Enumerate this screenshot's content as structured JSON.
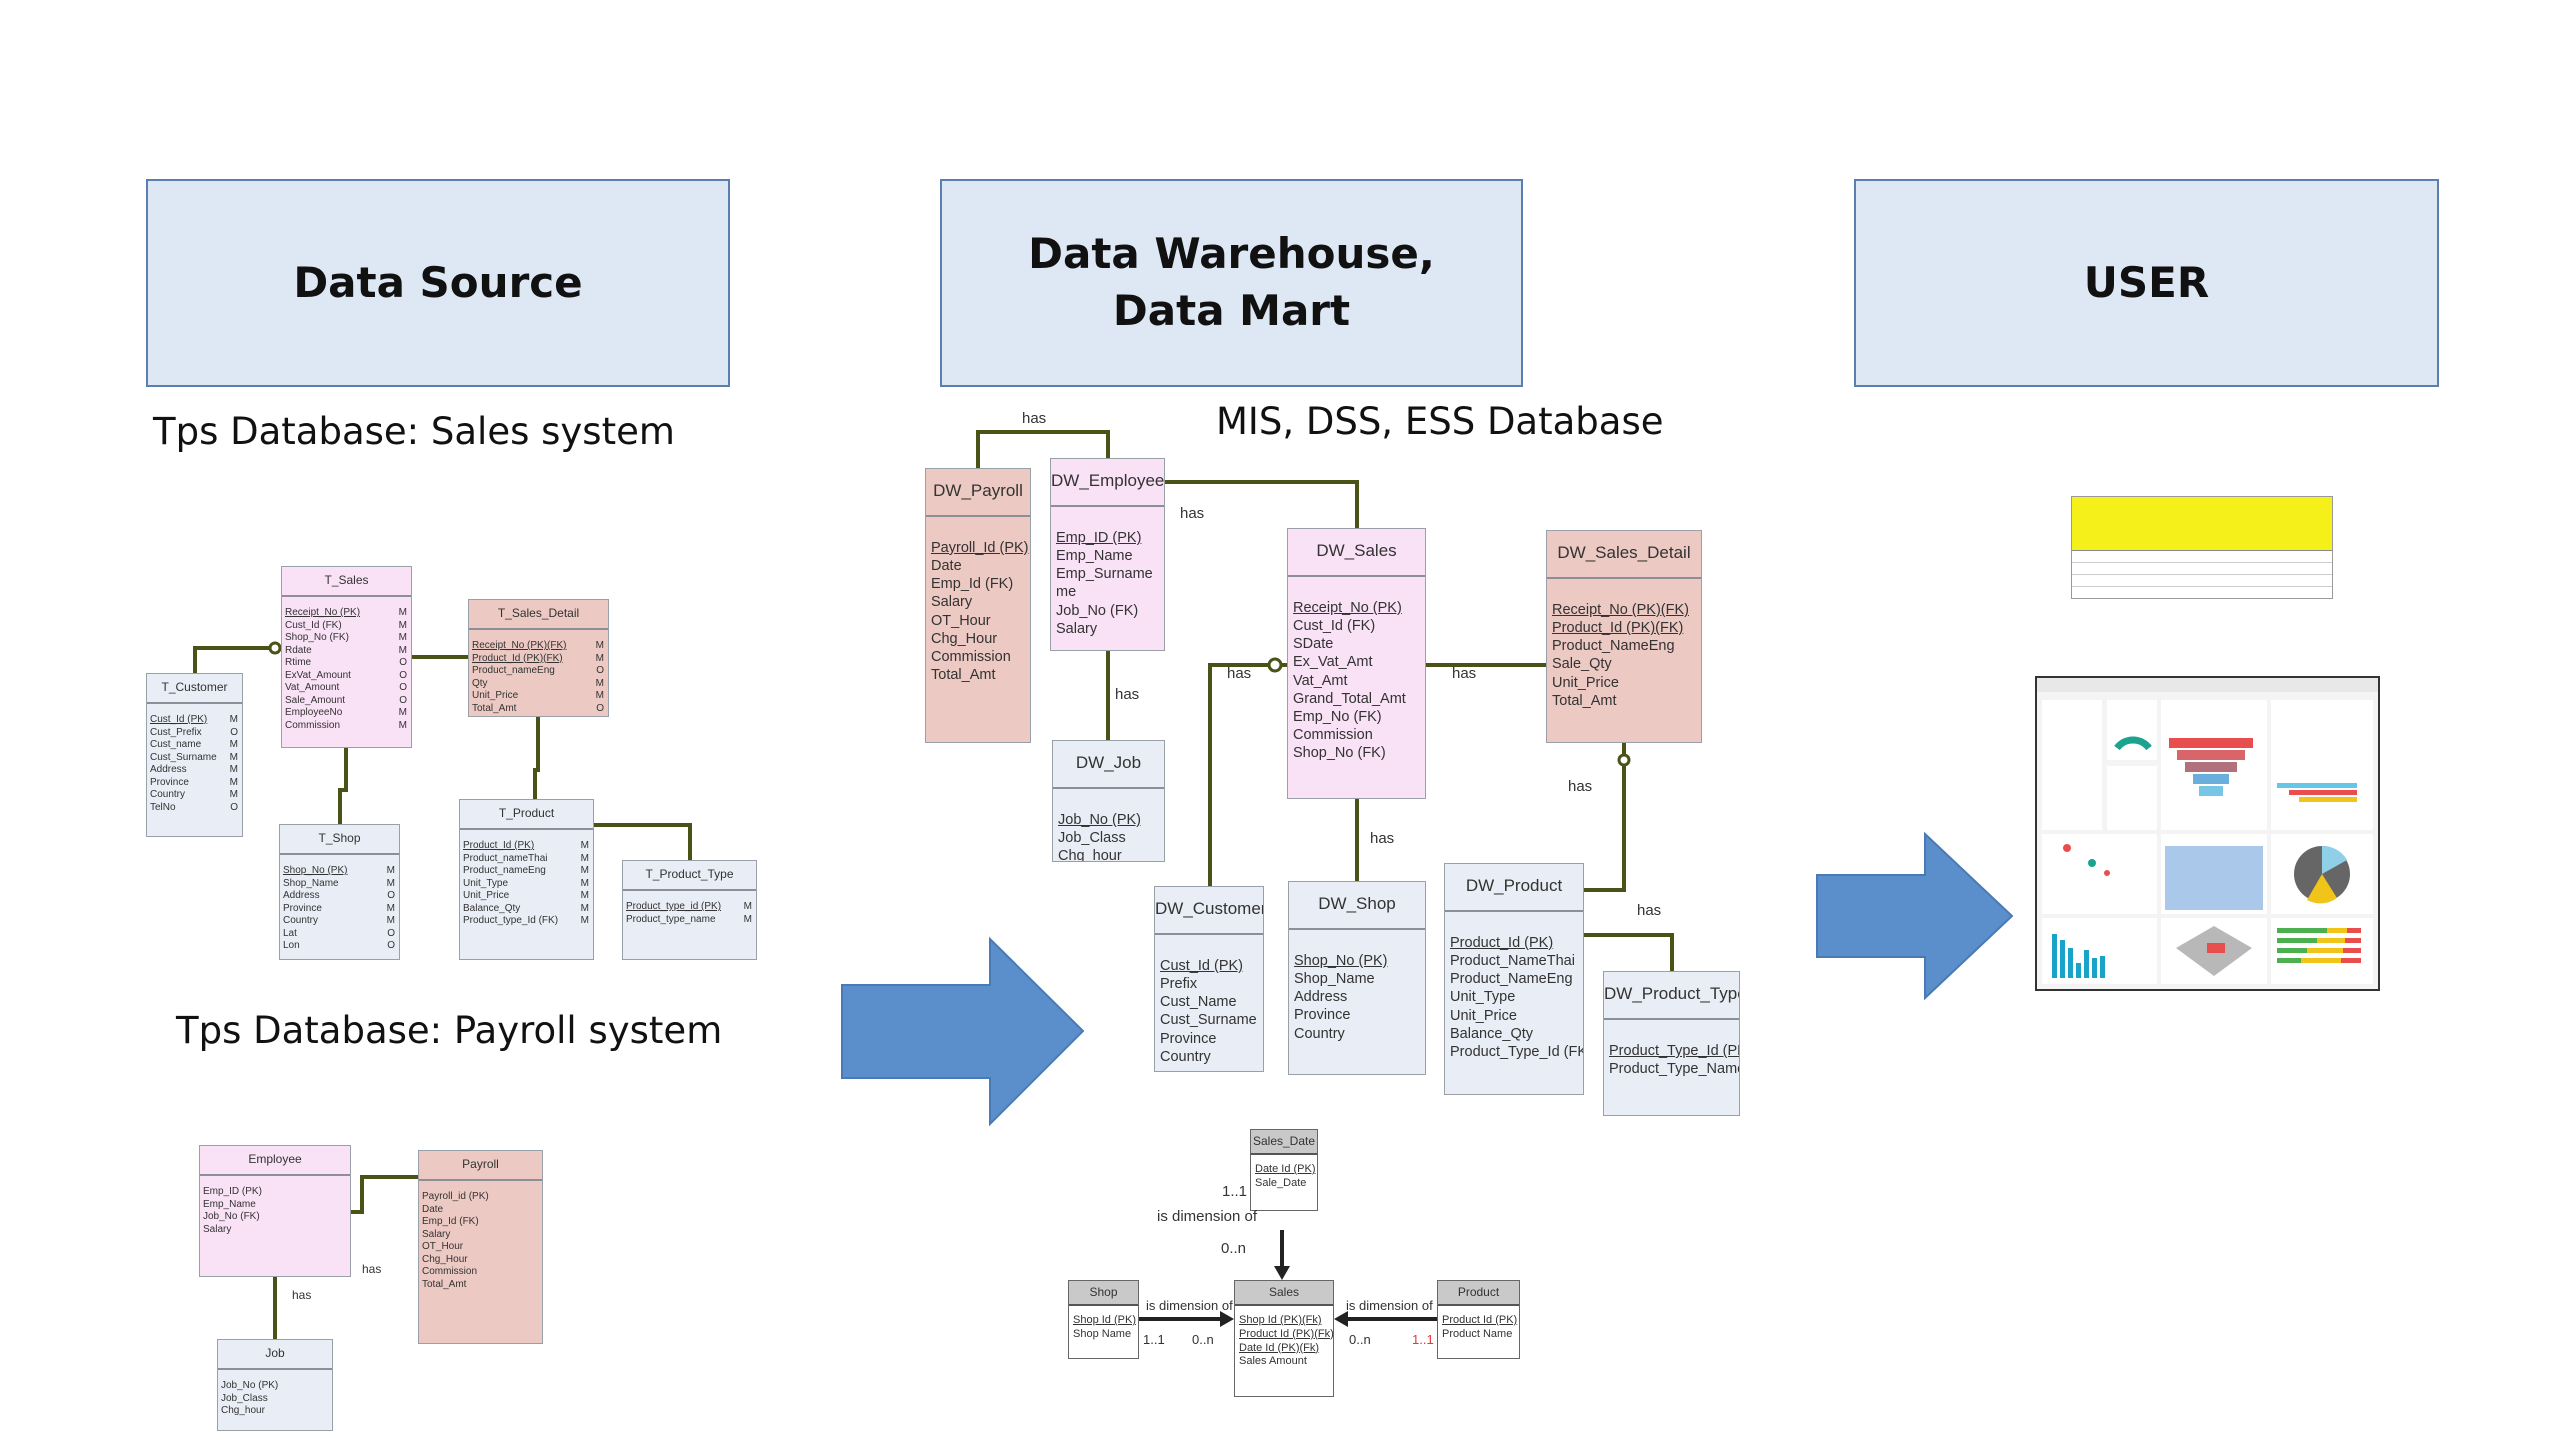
{
  "headers": {
    "data_source": "Data Source",
    "warehouse_line1": "Data Warehouse,",
    "warehouse_line2": "Data Mart",
    "user": "USER"
  },
  "captions": {
    "sales_system": "Tps Database: Sales system",
    "payroll_system": "Tps Database: Payroll system",
    "mis_db": "MIS, DSS, ESS Database"
  },
  "colors": {
    "header_fill": "#dde8f4",
    "arrow": "#5b8fcb",
    "connector": "#4a5218",
    "pink": "#f9e1f6",
    "salmon": "#ecc9c2",
    "blue_gray": "#e9edf5",
    "spreadsheet_header": "#f5ef1a"
  },
  "tables": [
    {
      "id": "t_sales",
      "title": "T_Sales",
      "fields": [
        [
          "Receipt_No (PK)",
          "M",
          1
        ],
        [
          "Cust_Id (FK)",
          "M"
        ],
        [
          "Shop_No (FK)",
          "M"
        ],
        [
          "Rdate",
          "M"
        ],
        [
          "Rtime",
          "O"
        ],
        [
          "ExVat_Amount",
          "O"
        ],
        [
          "Vat_Amount",
          "O"
        ],
        [
          "Sale_Amount",
          "O"
        ],
        [
          "EmployeeNo",
          "M"
        ],
        [
          "Commission",
          "M"
        ]
      ]
    },
    {
      "id": "t_sales_detail",
      "title": "T_Sales_Detail",
      "fields": [
        [
          "Receipt_No (PK)(FK)",
          "M",
          1
        ],
        [
          "Product_Id (PK)(FK)",
          "M",
          1
        ],
        [
          "Product_nameEng",
          "O"
        ],
        [
          "Qty",
          "M"
        ],
        [
          "Unit_Price",
          "M"
        ],
        [
          "Total_Amt",
          "O"
        ]
      ]
    },
    {
      "id": "t_customer",
      "title": "T_Customer",
      "fields": [
        [
          "Cust_Id (PK)",
          "M",
          1
        ],
        [
          "Cust_Prefix",
          "O"
        ],
        [
          "Cust_name",
          "M"
        ],
        [
          "Cust_Surname",
          "M"
        ],
        [
          "Address",
          "M"
        ],
        [
          "Province",
          "M"
        ],
        [
          "Country",
          "M"
        ],
        [
          "TelNo",
          "O"
        ]
      ]
    },
    {
      "id": "t_shop",
      "title": "T_Shop",
      "fields": [
        [
          "Shop_No (PK)",
          "M",
          1
        ],
        [
          "Shop_Name",
          "M"
        ],
        [
          "Address",
          "O"
        ],
        [
          "Province",
          "M"
        ],
        [
          "Country",
          "M"
        ],
        [
          "Lat",
          "O"
        ],
        [
          "Lon",
          "O"
        ]
      ]
    },
    {
      "id": "t_product",
      "title": "T_Product",
      "fields": [
        [
          "Product_Id (PK)",
          "M",
          1
        ],
        [
          "Product_nameThai",
          "M"
        ],
        [
          "Product_nameEng",
          "M"
        ],
        [
          "Unit_Type",
          "M"
        ],
        [
          "Unit_Price",
          "M"
        ],
        [
          "Balance_Qty",
          "M"
        ],
        [
          "Product_type_Id (FK)",
          "M"
        ]
      ]
    },
    {
      "id": "t_product_type",
      "title": "T_Product_Type",
      "fields": [
        [
          "Product_type_id (PK)",
          "M",
          1
        ],
        [
          "Product_type_name",
          "M"
        ]
      ]
    },
    {
      "id": "employee",
      "title": "Employee",
      "fields": [
        [
          "Emp_ID (PK)"
        ],
        [
          "Emp_Name"
        ],
        [
          "Job_No (FK)"
        ],
        [
          "Salary"
        ]
      ]
    },
    {
      "id": "payroll",
      "title": "Payroll",
      "fields": [
        [
          "Payroll_id (PK)"
        ],
        [
          "Date"
        ],
        [
          "Emp_Id (FK)"
        ],
        [
          "Salary"
        ],
        [
          "OT_Hour"
        ],
        [
          "Chg_Hour"
        ],
        [
          "Commission"
        ],
        [
          "Total_Amt"
        ]
      ]
    },
    {
      "id": "job",
      "title": "Job",
      "fields": [
        [
          "Job_No (PK)"
        ],
        [
          "Job_Class"
        ],
        [
          "Chg_hour"
        ]
      ]
    },
    {
      "id": "dw_payroll",
      "title": "DW_Payroll",
      "fields": [
        [
          "Payroll_Id (PK)",
          "",
          1
        ],
        [
          "Date"
        ],
        [
          "Emp_Id (FK)"
        ],
        [
          "Salary"
        ],
        [
          "OT_Hour"
        ],
        [
          "Chg_Hour"
        ],
        [
          "Commission"
        ],
        [
          "Total_Amt"
        ]
      ]
    },
    {
      "id": "dw_employee",
      "title": "DW_Employee",
      "fields": [
        [
          "Emp_ID (PK)",
          "",
          1
        ],
        [
          "Emp_Name"
        ],
        [
          "Emp_Surname"
        ],
        [
          "me"
        ],
        [
          "Job_No (FK)"
        ],
        [
          "Salary"
        ]
      ]
    },
    {
      "id": "dw_job",
      "title": "DW_Job",
      "fields": [
        [
          "Job_No (PK)",
          "",
          1
        ],
        [
          "Job_Class"
        ],
        [
          "Chg_hour"
        ]
      ]
    },
    {
      "id": "dw_sales",
      "title": "DW_Sales",
      "fields": [
        [
          "Receipt_No (PK)",
          "",
          1
        ],
        [
          "Cust_Id (FK)"
        ],
        [
          "SDate"
        ],
        [
          "Ex_Vat_Amt"
        ],
        [
          "Vat_Amt"
        ],
        [
          "Grand_Total_Amt"
        ],
        [
          "Emp_No (FK)"
        ],
        [
          "Commission"
        ],
        [
          "Shop_No (FK)"
        ]
      ]
    },
    {
      "id": "dw_sales_detail",
      "title": "DW_Sales_Detail",
      "fields": [
        [
          "Receipt_No (PK)(FK)",
          "",
          1
        ],
        [
          "Product_Id (PK)(FK)",
          "",
          1
        ],
        [
          "Product_NameEng"
        ],
        [
          "Sale_Qty"
        ],
        [
          "Unit_Price"
        ],
        [
          "Total_Amt"
        ]
      ]
    },
    {
      "id": "dw_customer",
      "title": "DW_Customer",
      "fields": [
        [
          "Cust_Id (PK)",
          "",
          1
        ],
        [
          "Prefix"
        ],
        [
          "Cust_Name"
        ],
        [
          "Cust_Surname"
        ],
        [
          "Province"
        ],
        [
          "Country"
        ]
      ]
    },
    {
      "id": "dw_shop",
      "title": "DW_Shop",
      "fields": [
        [
          "Shop_No (PK)",
          "",
          1
        ],
        [
          "Shop_Name"
        ],
        [
          "Address"
        ],
        [
          "Province"
        ],
        [
          "Country"
        ]
      ]
    },
    {
      "id": "dw_product",
      "title": "DW_Product",
      "fields": [
        [
          "Product_Id (PK)",
          "",
          1
        ],
        [
          "Product_NameThai"
        ],
        [
          "Product_NameEng"
        ],
        [
          "Unit_Type"
        ],
        [
          "Unit_Price"
        ],
        [
          "Balance_Qty"
        ],
        [
          "Product_Type_Id (FK)"
        ]
      ]
    },
    {
      "id": "dw_product_type",
      "title": "DW_Product_Type",
      "fields": [
        [
          "Product_Type_Id (PK)",
          "",
          1
        ],
        [
          "Product_Type_Name"
        ]
      ]
    },
    {
      "id": "s_sales_date",
      "title": "Sales_Date",
      "fields": [
        [
          "Date Id (PK)",
          "",
          1
        ],
        [
          "Sale_Date"
        ]
      ]
    },
    {
      "id": "s_shop",
      "title": "Shop",
      "fields": [
        [
          "Shop Id (PK)",
          "",
          1
        ],
        [
          "Shop Name"
        ]
      ]
    },
    {
      "id": "s_sales",
      "title": "Sales",
      "fields": [
        [
          "Shop Id (PK)(Fk)",
          "",
          1
        ],
        [
          "Product Id (PK)(Fk)",
          "",
          1
        ],
        [
          "Date Id (PK)(Fk)",
          "",
          1
        ],
        [
          "Sales Amount"
        ]
      ]
    },
    {
      "id": "s_product",
      "title": "Product",
      "fields": [
        [
          "Product Id (PK)",
          "",
          1
        ],
        [
          "Product Name"
        ]
      ]
    }
  ],
  "labels": {
    "has": "has",
    "is_dimension_of": "is dimension of",
    "one_one": "1..1",
    "zero_n": "0..n"
  }
}
